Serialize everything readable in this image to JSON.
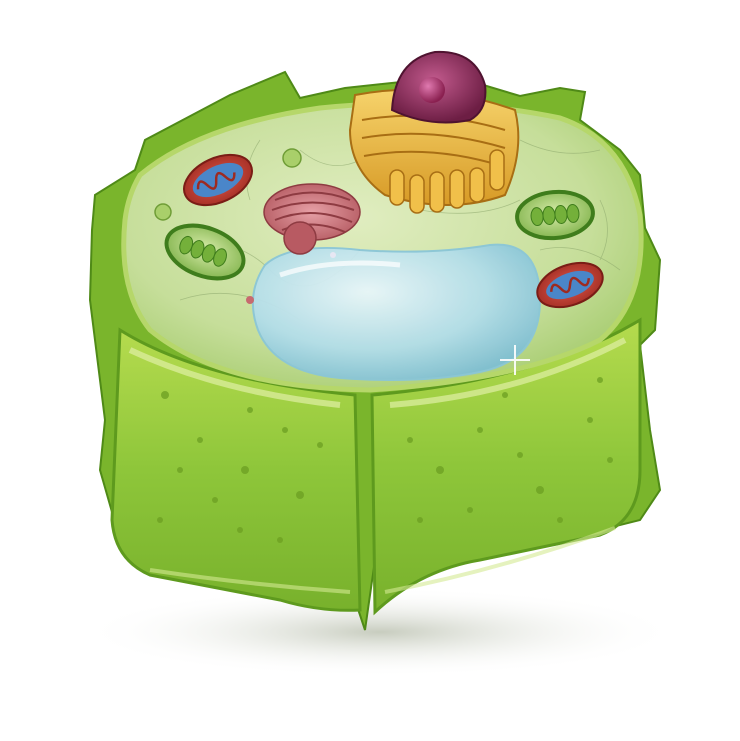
{
  "figure": {
    "subject": "plant-cell-3d-cutaway",
    "labels": []
  },
  "organelles": [
    {
      "id": "nucleus",
      "icon": "nucleus-icon"
    },
    {
      "id": "golgi-apparatus",
      "icon": "golgi-icon"
    },
    {
      "id": "rough-endoplasmic-reticulum",
      "icon": "er-icon"
    },
    {
      "id": "central-vacuole",
      "icon": "vacuole-icon"
    },
    {
      "id": "mitochondrion",
      "count": 2,
      "icon": "mitochondrion-icon"
    },
    {
      "id": "chloroplast",
      "count": 2,
      "icon": "chloroplast-icon"
    },
    {
      "id": "vesicle",
      "icon": "vesicle-icon"
    }
  ],
  "colors": {
    "cell_wall": "#8fc23a",
    "cell_wall_dark": "#5e9a1e",
    "cytoplasm": "#cfe3a6",
    "vacuole": "#a9d8e6",
    "mitochondrion_outer": "#c0392b",
    "mitochondrion_inner": "#3b7dc4",
    "chloroplast": "#6fae3a",
    "golgi": "#e8b13a",
    "nucleus": "#8e2f5e",
    "er": "#c9787e",
    "background": "#ffffff"
  }
}
